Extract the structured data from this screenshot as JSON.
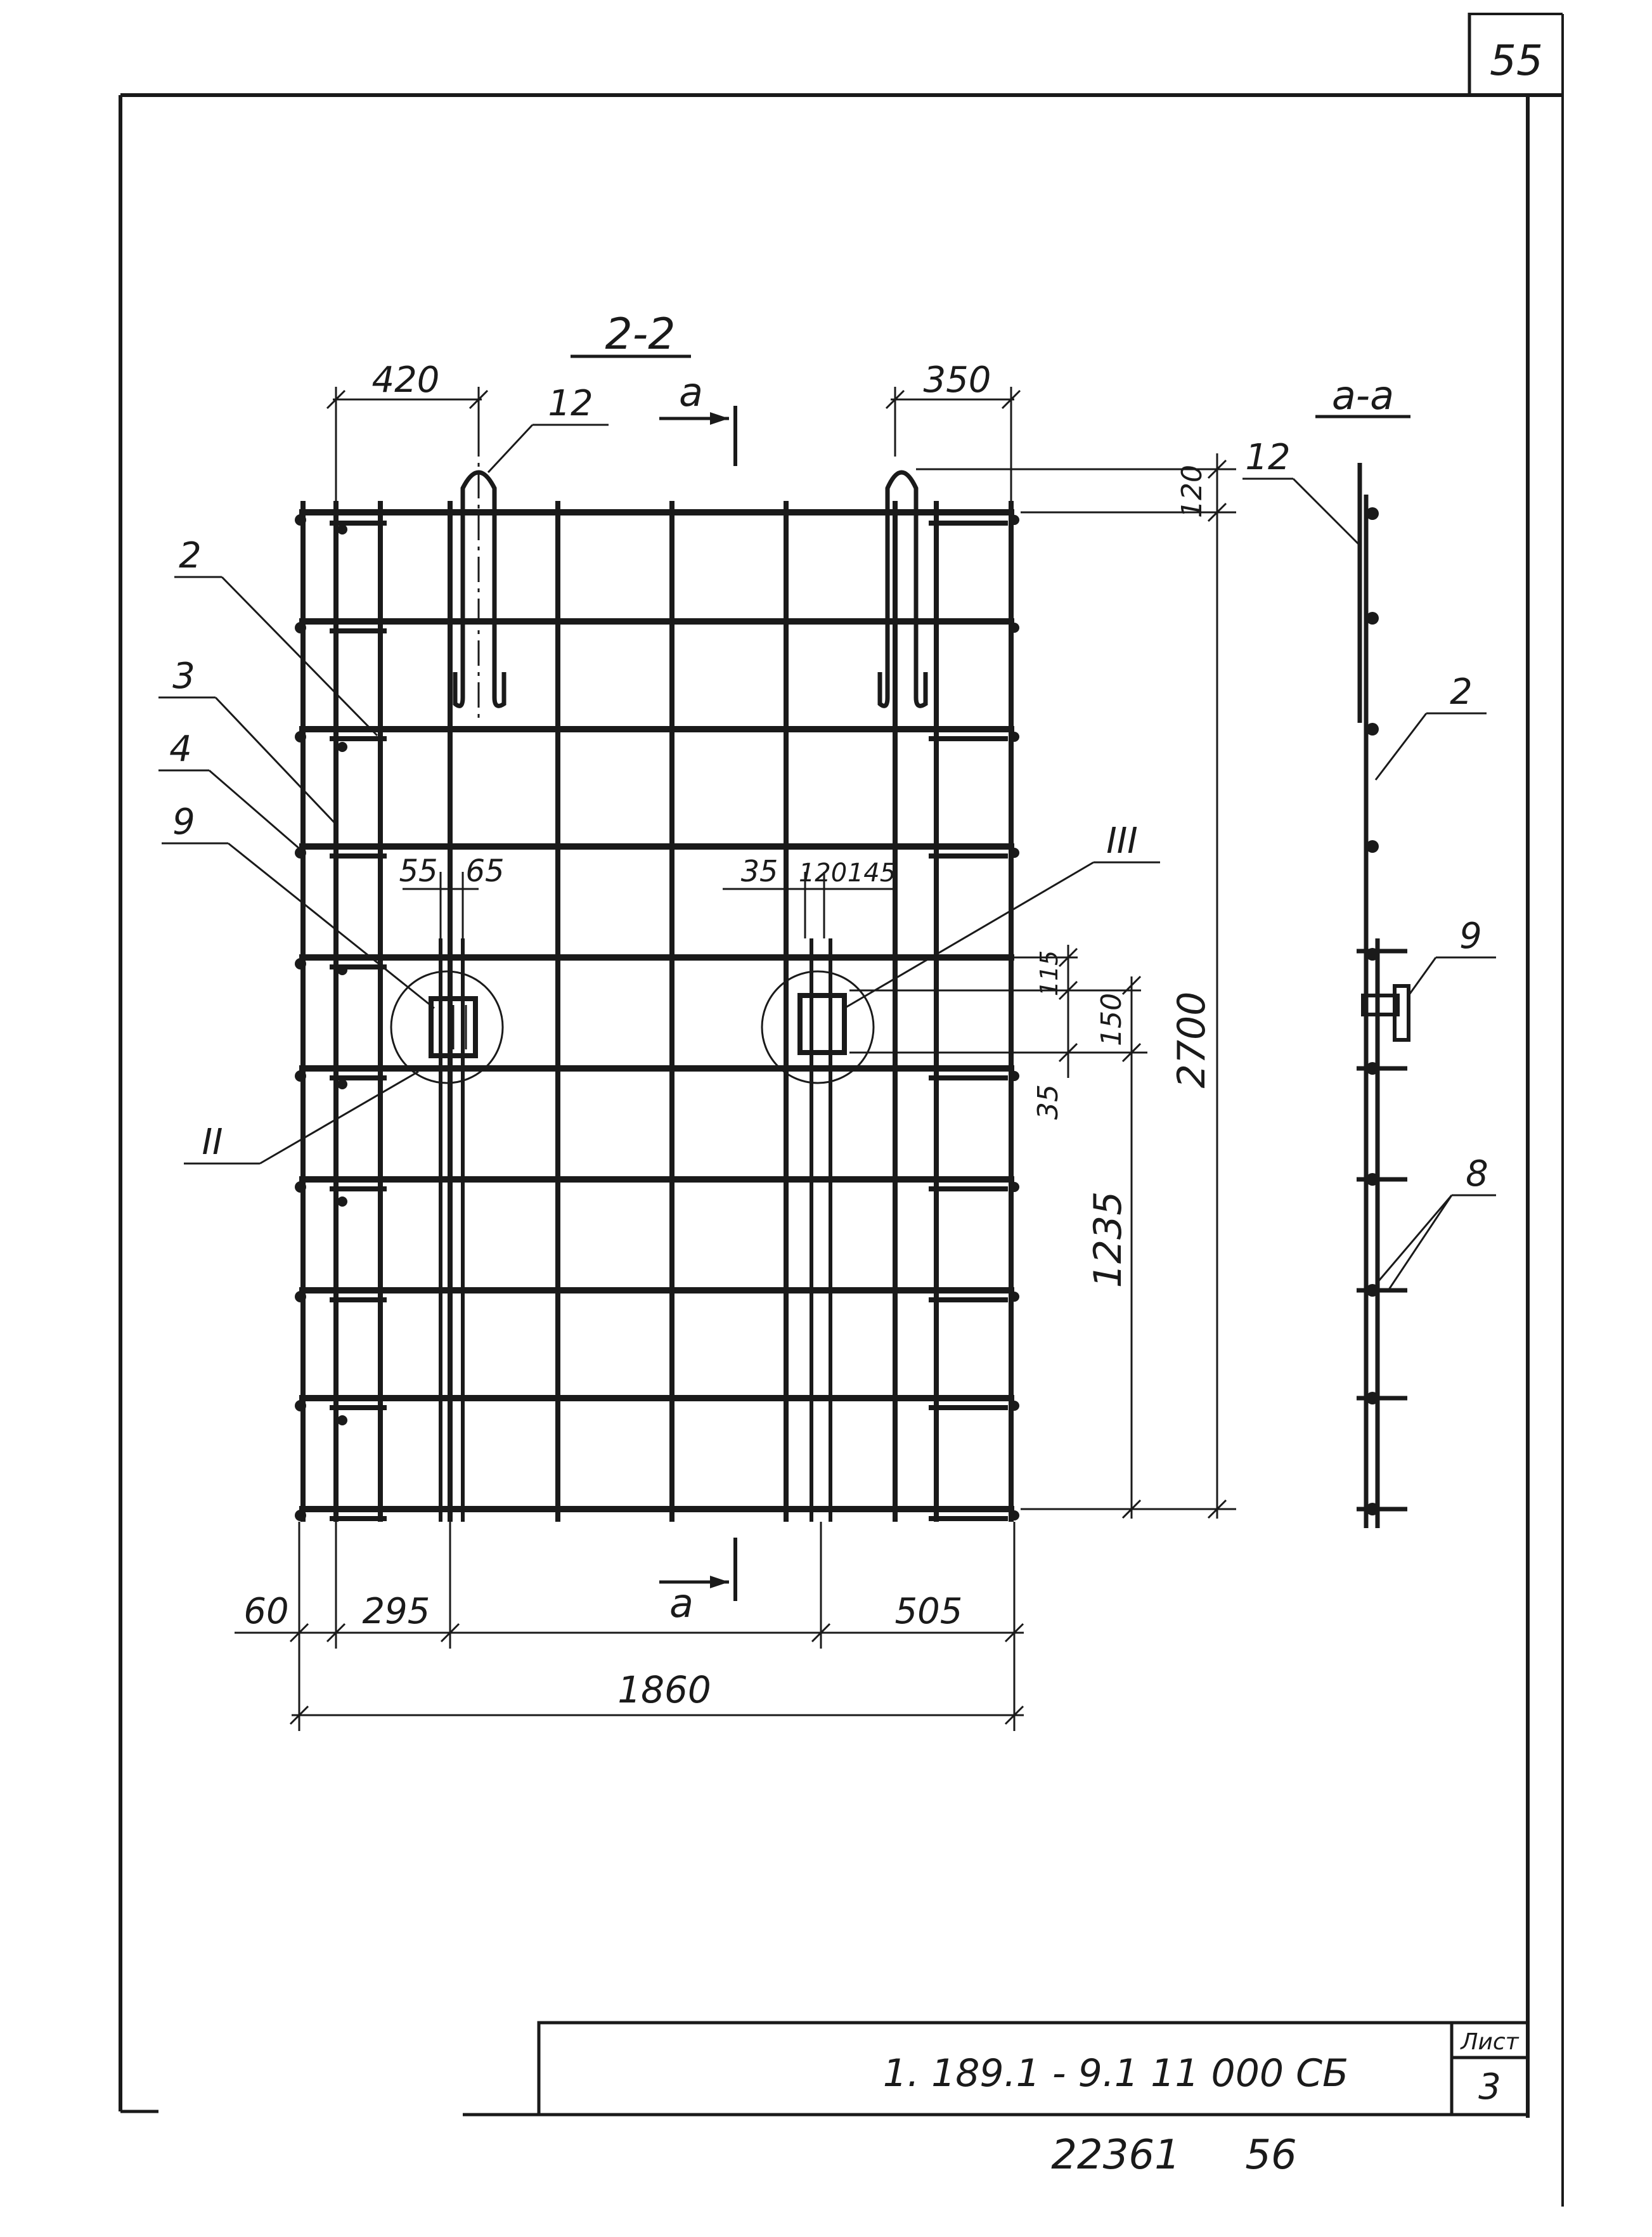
{
  "sheet_number_top": "55",
  "section_main_title": "2-2",
  "section_side_title": "a-a",
  "cut_label_top": "a",
  "cut_label_bottom": "a",
  "dims_top": {
    "left": "420",
    "right": "350"
  },
  "dims_right": {
    "top": "120",
    "total": "2700",
    "lower": "1235"
  },
  "dims_small_right": {
    "d115": "115",
    "d150": "150",
    "d35": "35"
  },
  "dims_left_detail": {
    "a": "55",
    "b": "65"
  },
  "dims_right_detail": {
    "a": "35",
    "b": "120",
    "c": "145"
  },
  "dims_bottom": {
    "a": "60",
    "b": "295",
    "c": "505",
    "total": "1860"
  },
  "positions": {
    "p12": "12",
    "p2": "2",
    "p3": "3",
    "p4": "4",
    "p9": "9",
    "p8": "8",
    "side12": "12",
    "side2": "2",
    "side9": "9"
  },
  "details": {
    "II": "II",
    "III": "III"
  },
  "title_block": {
    "code": "1. 189.1 - 9.1  11 000 СБ",
    "sheet_label": "Лист",
    "sheet_no": "3"
  },
  "stamp": {
    "a": "22361",
    "b": "56"
  }
}
